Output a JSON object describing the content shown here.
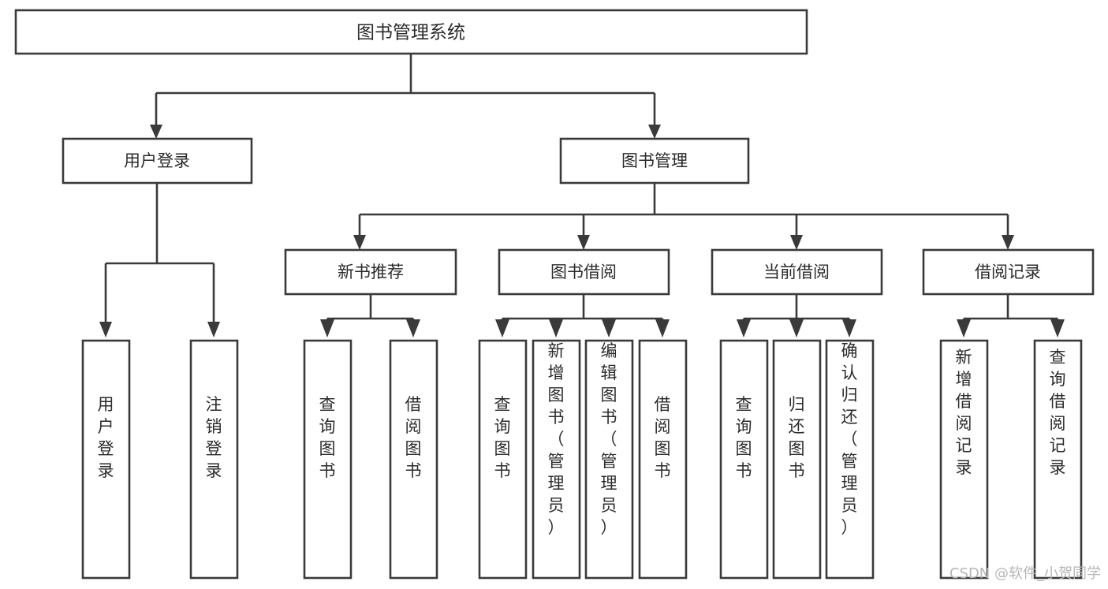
{
  "diagram": {
    "type": "tree-hierarchy-diagram",
    "title": "图书管理系统",
    "background_color": "#ffffff",
    "line_color": "#3a3a3a",
    "text_color": "#2b2b2b",
    "nodes": {
      "root": {
        "label": "图书管理系统",
        "level": 0,
        "orientation": "horizontal"
      },
      "login": {
        "label": "用户登录",
        "level": 1,
        "orientation": "horizontal"
      },
      "book_mgmt": {
        "label": "图书管理",
        "level": 1,
        "orientation": "horizontal"
      },
      "new_book": {
        "label": "新书推荐",
        "level": 2,
        "orientation": "horizontal"
      },
      "borrow": {
        "label": "图书借阅",
        "level": 2,
        "orientation": "horizontal"
      },
      "current_borrow": {
        "label": "当前借阅",
        "level": 2,
        "orientation": "horizontal"
      },
      "borrow_record": {
        "label": "借阅记录",
        "level": 2,
        "orientation": "horizontal"
      },
      "leaf_user_login": {
        "label": "用户登录",
        "level": 3,
        "orientation": "vertical"
      },
      "leaf_logout": {
        "label": "注销登录",
        "level": 3,
        "orientation": "vertical"
      },
      "leaf_query_book_a": {
        "label": "查询图书",
        "level": 3,
        "orientation": "vertical"
      },
      "leaf_borrow_book_a": {
        "label": "借阅图书",
        "level": 3,
        "orientation": "vertical"
      },
      "leaf_query_book_b": {
        "label": "查询图书",
        "level": 3,
        "orientation": "vertical"
      },
      "leaf_add_book": {
        "label": "新增图书（管理员）",
        "level": 3,
        "orientation": "vertical"
      },
      "leaf_edit_book": {
        "label": "编辑图书（管理员）",
        "level": 3,
        "orientation": "vertical"
      },
      "leaf_borrow_book_b": {
        "label": "借阅图书",
        "level": 3,
        "orientation": "vertical"
      },
      "leaf_query_book_c": {
        "label": "查询图书",
        "level": 3,
        "orientation": "vertical"
      },
      "leaf_return_book": {
        "label": "归还图书",
        "level": 3,
        "orientation": "vertical"
      },
      "leaf_confirm_return": {
        "label": "确认归还（管理员）",
        "level": 3,
        "orientation": "vertical"
      },
      "leaf_add_record": {
        "label": "新增借阅记录",
        "level": 3,
        "orientation": "vertical"
      },
      "leaf_query_record": {
        "label": "查询借阅记录",
        "level": 3,
        "orientation": "vertical"
      }
    },
    "edges": [
      {
        "from": "root",
        "to": "login"
      },
      {
        "from": "root",
        "to": "book_mgmt"
      },
      {
        "from": "login",
        "to": "leaf_user_login"
      },
      {
        "from": "login",
        "to": "leaf_logout"
      },
      {
        "from": "book_mgmt",
        "to": "new_book"
      },
      {
        "from": "book_mgmt",
        "to": "borrow"
      },
      {
        "from": "book_mgmt",
        "to": "current_borrow"
      },
      {
        "from": "book_mgmt",
        "to": "borrow_record"
      },
      {
        "from": "new_book",
        "to": "leaf_query_book_a"
      },
      {
        "from": "new_book",
        "to": "leaf_borrow_book_a"
      },
      {
        "from": "borrow",
        "to": "leaf_query_book_b"
      },
      {
        "from": "borrow",
        "to": "leaf_add_book"
      },
      {
        "from": "borrow",
        "to": "leaf_edit_book"
      },
      {
        "from": "borrow",
        "to": "leaf_borrow_book_b"
      },
      {
        "from": "current_borrow",
        "to": "leaf_query_book_c"
      },
      {
        "from": "current_borrow",
        "to": "leaf_return_book"
      },
      {
        "from": "current_borrow",
        "to": "leaf_confirm_return"
      },
      {
        "from": "borrow_record",
        "to": "leaf_add_record"
      },
      {
        "from": "borrow_record",
        "to": "leaf_query_record"
      }
    ]
  },
  "watermark": {
    "text": "CSDN @软件_小贺同学",
    "color": "#b6b6b6"
  }
}
